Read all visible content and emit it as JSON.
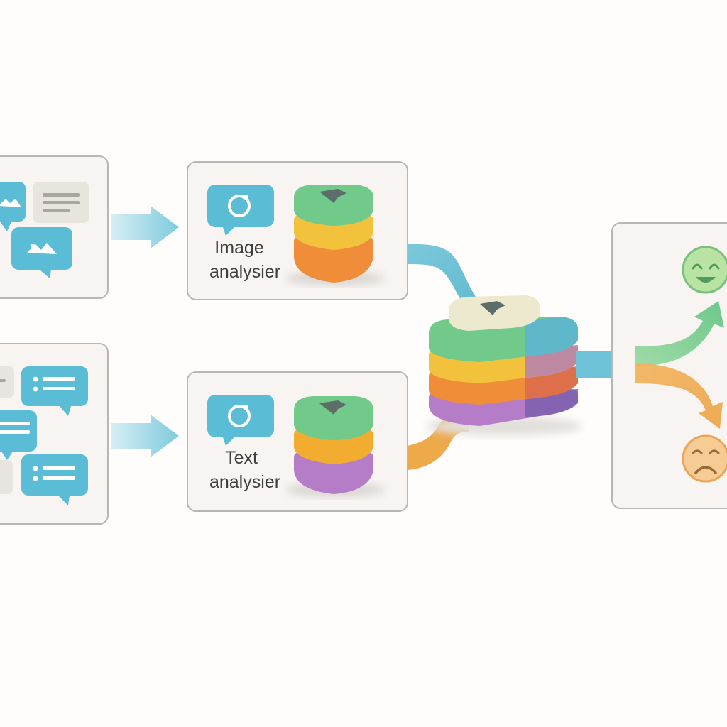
{
  "analysers": {
    "image": {
      "line1": "Image",
      "line2": "analysier"
    },
    "text": {
      "line1": "Text",
      "line2": "analysier"
    }
  },
  "colors": {
    "panel_fill": "#f7f4f1",
    "panel_stroke": "#b9b6b3",
    "bubble_blue": "#5bbcd6",
    "flow_blue": "#6fc3d8",
    "flow_orange": "#eda94a",
    "layer_green": "#71c98a",
    "layer_yellow": "#f2c23c",
    "layer_orange": "#ef8d38",
    "layer_purple": "#b57cc7",
    "layer_cream": "#ece9cf",
    "smile_green": "#b8e3a3",
    "frown_orange": "#f6cc94"
  },
  "icons": {
    "chat_bubble": "chat-bubble-icon",
    "image_message": "image-message-icon",
    "list_message": "list-message-icon",
    "layer_stack": "layer-stack-icon",
    "happy_face": "happy-face-icon",
    "sad_face": "sad-face-icon"
  }
}
